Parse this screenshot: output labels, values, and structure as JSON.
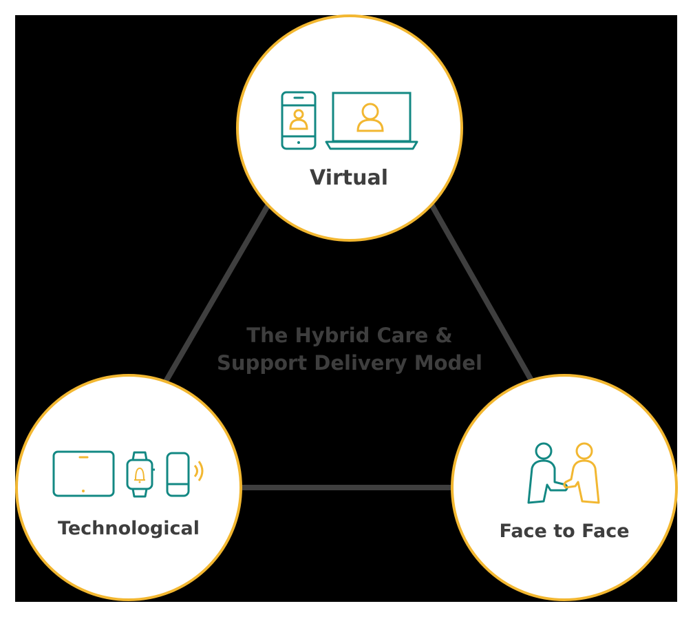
{
  "title": {
    "line1": "The Hybrid Care &",
    "line2": "Support Delivery Model"
  },
  "nodes": {
    "virtual": {
      "label": "Virtual",
      "icons": [
        "smartphone-icon",
        "laptop-icon"
      ]
    },
    "technological": {
      "label": "Technological",
      "icons": [
        "tablet-icon",
        "smartwatch-icon",
        "pendant-alarm-icon"
      ]
    },
    "face_to_face": {
      "label": "Face to Face",
      "icons": [
        "handshake-icon"
      ]
    }
  },
  "colors": {
    "background": "#000000",
    "circle_fill": "#ffffff",
    "circle_border": "#f2b731",
    "connector": "#3f3f3f",
    "text": "#3e3e3e",
    "icon_teal": "#138883",
    "icon_yellow": "#f2b731"
  }
}
